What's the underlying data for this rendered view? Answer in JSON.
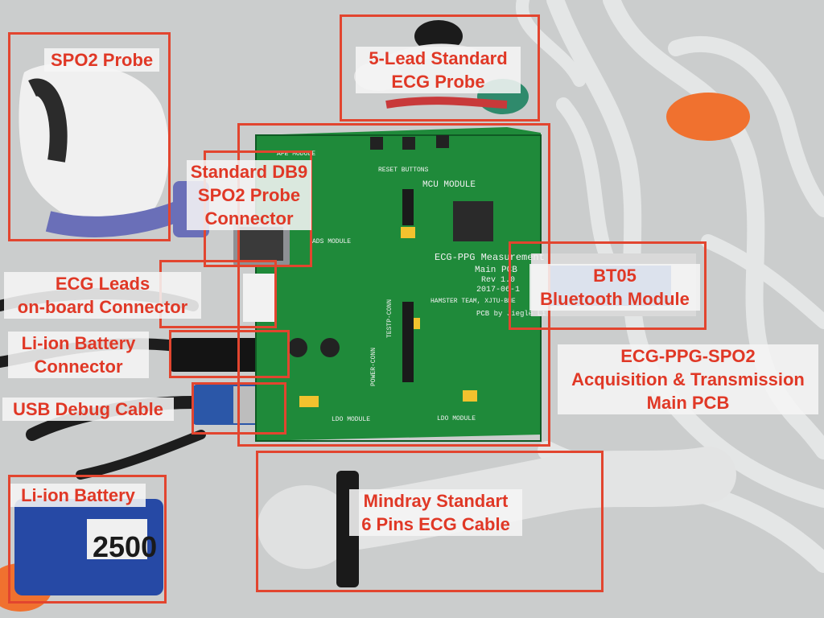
{
  "labels": {
    "spo2_probe": "SPO2 Probe",
    "ecg_probe_line1": "5-Lead Standard",
    "ecg_probe_line2": "ECG Probe",
    "db9_line1": "Standard DB9",
    "db9_line2": "SPO2 Probe",
    "db9_line3": "Connector",
    "ecg_leads_line1": "ECG Leads",
    "ecg_leads_line2": "on-board Connector",
    "battery_conn_line1": "Li-ion Battery",
    "battery_conn_line2": "Connector",
    "usb_debug": "USB Debug Cable",
    "battery": "Li-ion Battery",
    "mindray_line1": "Mindray Standart",
    "mindray_line2": "6 Pins ECG Cable",
    "bt05_line1": "BT05",
    "bt05_line2": "Bluetooth Module",
    "main_pcb_line1": "ECG-PPG-SPO2",
    "main_pcb_line2": "Acquisition & Transmission",
    "main_pcb_line3": "Main PCB"
  },
  "board_text": {
    "mcu_module": "MCU MODULE",
    "reset_buttons": "RESET BUTTONS",
    "afe_module": "AFE MODULE",
    "ads_module": "ADS MODULE",
    "title": "ECG-PPG Measurement",
    "subtitle": "Main PCB",
    "rev": "Rev 1.0",
    "date": "2017-06-1",
    "team": "HAMSTER TEAM, XJTU-BME",
    "pcb_by": "PCB by Jiegle Li",
    "ldo_module": "LDO MODULE",
    "power_conn": "POWER-CONN",
    "tsetp_conn": "TESTP-CONN"
  },
  "battery_text": "2500",
  "colors": {
    "label_text": "#e03826",
    "box_border": "#e2452f",
    "pcb": "#1f8a3a",
    "background": "#cfd0d0"
  }
}
